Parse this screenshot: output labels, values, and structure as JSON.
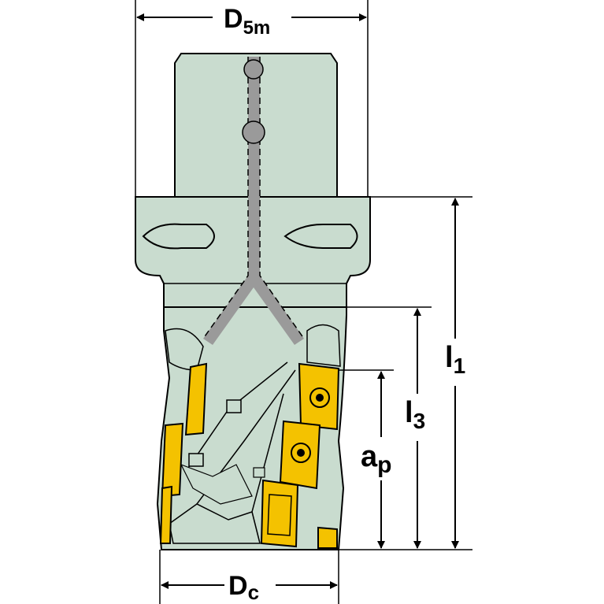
{
  "labels": {
    "d5m_main": "D",
    "d5m_sub": "5m",
    "dc_main": "D",
    "dc_sub": "c",
    "l1_main": "l",
    "l1_sub": "1",
    "l3_main": "l",
    "l3_sub": "3",
    "ap_main": "a",
    "ap_sub": "p"
  },
  "colors": {
    "body": "#c9dccf",
    "outline": "#000000",
    "coolant": "#9a9a9a",
    "insert": "#f4c200",
    "insert_dark": "#a07c00",
    "background": "#ffffff"
  }
}
